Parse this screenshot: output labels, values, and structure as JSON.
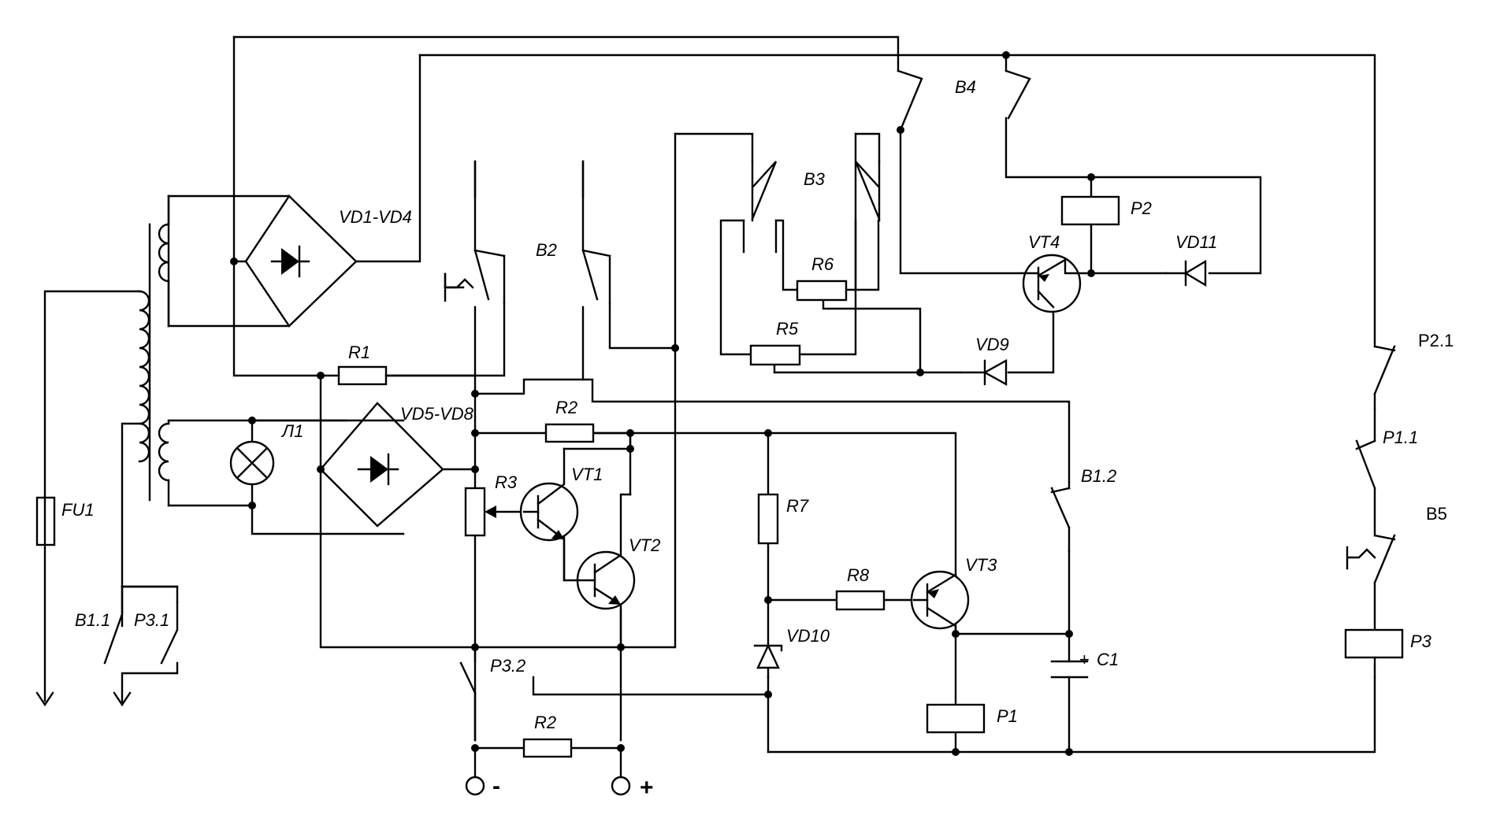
{
  "labels": {
    "fu1": "FU1",
    "b11": "B1.1",
    "p31": "P3.1",
    "vd1vd4": "VD1-VD4",
    "l1": "Л1",
    "vd5vd8": "VD5-VD8",
    "r1": "R1",
    "r2_top": "R2",
    "r3": "R3",
    "vt1": "VT1",
    "vt2": "VT2",
    "b2": "B2",
    "b3": "B3",
    "r6": "R6",
    "r5": "R5",
    "vd9": "VD9",
    "b4": "B4",
    "p2": "P2",
    "vt4": "VT4",
    "vd11": "VD11",
    "r7": "R7",
    "r8": "R8",
    "vt3": "VT3",
    "vd10": "VD10",
    "b12": "B1.2",
    "c1": "C1",
    "c1_plus": "+",
    "p1": "P1",
    "p32": "P3.2",
    "r2_bottom": "R2",
    "p21": "P2.1",
    "p11": "P1.1",
    "b5": "B5",
    "p3": "P3",
    "minus": "-",
    "plus": "+"
  }
}
